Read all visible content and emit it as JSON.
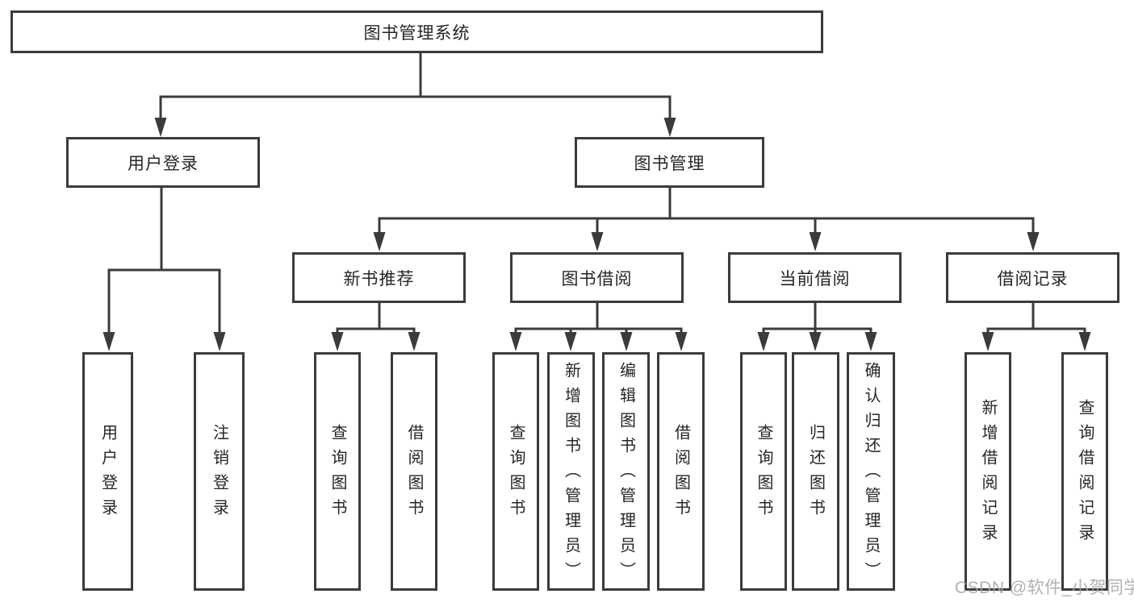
{
  "diagram": {
    "tree": {
      "label": "图书管理系统",
      "children": [
        {
          "label": "用户登录",
          "children": [
            {
              "label": "用户登录"
            },
            {
              "label": "注销登录"
            }
          ]
        },
        {
          "label": "图书管理",
          "children": [
            {
              "label": "新书推荐",
              "children": [
                {
                  "label": "查询图书"
                },
                {
                  "label": "借阅图书"
                }
              ]
            },
            {
              "label": "图书借阅",
              "children": [
                {
                  "label": "查询图书"
                },
                {
                  "label": "新增图书（管理员）"
                },
                {
                  "label": "编辑图书（管理员）"
                },
                {
                  "label": "借阅图书"
                }
              ]
            },
            {
              "label": "当前借阅",
              "children": [
                {
                  "label": "查询图书"
                },
                {
                  "label": "归还图书"
                },
                {
                  "label": "确认归还（管理员）"
                }
              ]
            },
            {
              "label": "借阅记录",
              "children": [
                {
                  "label": "新增借阅记录"
                },
                {
                  "label": "查询借阅记录"
                }
              ]
            }
          ]
        }
      ]
    }
  },
  "watermark": {
    "text": "CSDN @软件_小贺同学"
  },
  "colors": {
    "line": "#3b3b3b",
    "box_border": "#3b3b3b",
    "text": "#262626",
    "background": "#ffffff",
    "watermark": "#a8a8aa"
  }
}
